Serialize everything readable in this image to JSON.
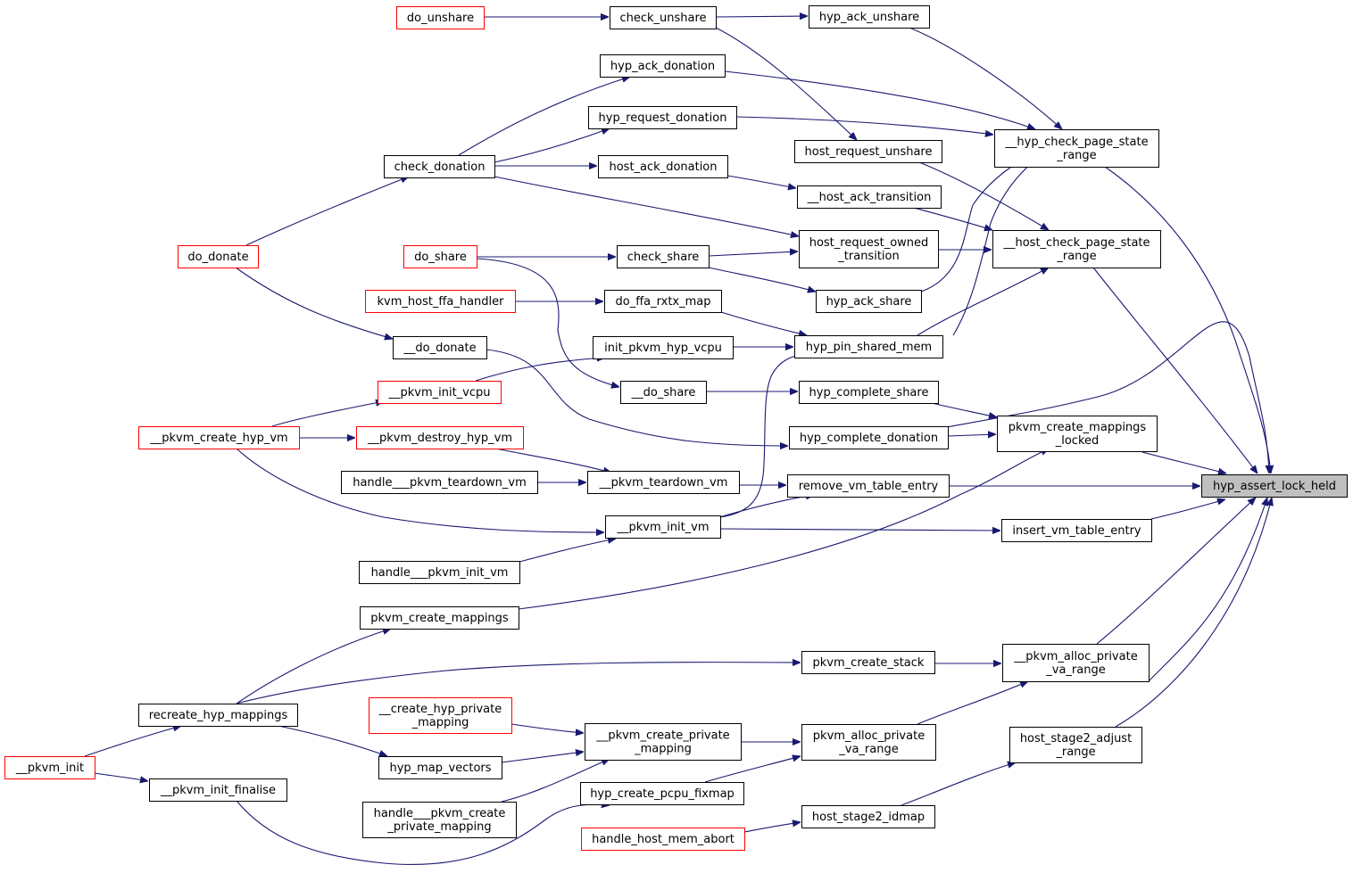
{
  "graph": {
    "nodes": [
      {
        "id": "do_unshare",
        "lines": [
          "do_unshare"
        ],
        "style": "red"
      },
      {
        "id": "check_unshare",
        "lines": [
          "check_unshare"
        ],
        "style": "normal"
      },
      {
        "id": "hyp_ack_unshare",
        "lines": [
          "hyp_ack_unshare"
        ],
        "style": "normal"
      },
      {
        "id": "hyp_ack_donation",
        "lines": [
          "hyp_ack_donation"
        ],
        "style": "normal"
      },
      {
        "id": "hyp_request_donation",
        "lines": [
          "hyp_request_donation"
        ],
        "style": "normal"
      },
      {
        "id": "hyp_check_page_state_range",
        "lines": [
          "__hyp_check_page_state",
          "_range"
        ],
        "style": "normal"
      },
      {
        "id": "host_request_unshare",
        "lines": [
          "host_request_unshare"
        ],
        "style": "normal"
      },
      {
        "id": "check_donation",
        "lines": [
          "check_donation"
        ],
        "style": "normal"
      },
      {
        "id": "host_ack_donation",
        "lines": [
          "host_ack_donation"
        ],
        "style": "normal"
      },
      {
        "id": "host_ack_transition",
        "lines": [
          "__host_ack_transition"
        ],
        "style": "normal"
      },
      {
        "id": "host_request_owned_transition",
        "lines": [
          "host_request_owned",
          "_transition"
        ],
        "style": "normal"
      },
      {
        "id": "host_check_page_state_range",
        "lines": [
          "__host_check_page_state",
          "_range"
        ],
        "style": "normal"
      },
      {
        "id": "do_donate",
        "lines": [
          "do_donate"
        ],
        "style": "red"
      },
      {
        "id": "do_share",
        "lines": [
          "do_share"
        ],
        "style": "red"
      },
      {
        "id": "check_share",
        "lines": [
          "check_share"
        ],
        "style": "normal"
      },
      {
        "id": "hyp_ack_share",
        "lines": [
          "hyp_ack_share"
        ],
        "style": "normal"
      },
      {
        "id": "kvm_host_ffa_handler",
        "lines": [
          "kvm_host_ffa_handler"
        ],
        "style": "red"
      },
      {
        "id": "do_ffa_rxtx_map",
        "lines": [
          "do_ffa_rxtx_map"
        ],
        "style": "normal"
      },
      {
        "id": "__do_donate",
        "lines": [
          "__do_donate"
        ],
        "style": "normal"
      },
      {
        "id": "init_pkvm_hyp_vcpu",
        "lines": [
          "init_pkvm_hyp_vcpu"
        ],
        "style": "normal"
      },
      {
        "id": "hyp_pin_shared_mem",
        "lines": [
          "hyp_pin_shared_mem"
        ],
        "style": "normal"
      },
      {
        "id": "__pkvm_init_vcpu",
        "lines": [
          "__pkvm_init_vcpu"
        ],
        "style": "red"
      },
      {
        "id": "__do_share",
        "lines": [
          "__do_share"
        ],
        "style": "normal"
      },
      {
        "id": "hyp_complete_share",
        "lines": [
          "hyp_complete_share"
        ],
        "style": "normal"
      },
      {
        "id": "pkvm_create_mappings_locked",
        "lines": [
          "pkvm_create_mappings",
          "_locked"
        ],
        "style": "normal"
      },
      {
        "id": "__pkvm_create_hyp_vm",
        "lines": [
          "__pkvm_create_hyp_vm"
        ],
        "style": "red"
      },
      {
        "id": "__pkvm_destroy_hyp_vm",
        "lines": [
          "__pkvm_destroy_hyp_vm"
        ],
        "style": "red"
      },
      {
        "id": "hyp_complete_donation",
        "lines": [
          "hyp_complete_donation"
        ],
        "style": "normal"
      },
      {
        "id": "handle___pkvm_teardown_vm",
        "lines": [
          "handle___pkvm_teardown_vm"
        ],
        "style": "normal"
      },
      {
        "id": "__pkvm_teardown_vm",
        "lines": [
          "__pkvm_teardown_vm"
        ],
        "style": "normal"
      },
      {
        "id": "remove_vm_table_entry",
        "lines": [
          "remove_vm_table_entry"
        ],
        "style": "normal"
      },
      {
        "id": "hyp_assert_lock_held",
        "lines": [
          "hyp_assert_lock_held"
        ],
        "style": "root"
      },
      {
        "id": "__pkvm_init_vm",
        "lines": [
          "__pkvm_init_vm"
        ],
        "style": "normal"
      },
      {
        "id": "insert_vm_table_entry",
        "lines": [
          "insert_vm_table_entry"
        ],
        "style": "normal"
      },
      {
        "id": "handle___pkvm_init_vm",
        "lines": [
          "handle___pkvm_init_vm"
        ],
        "style": "normal"
      },
      {
        "id": "pkvm_create_mappings",
        "lines": [
          "pkvm_create_mappings"
        ],
        "style": "normal"
      },
      {
        "id": "pkvm_create_stack",
        "lines": [
          "pkvm_create_stack"
        ],
        "style": "normal"
      },
      {
        "id": "__pkvm_alloc_private_va_range",
        "lines": [
          "__pkvm_alloc_private",
          "_va_range"
        ],
        "style": "normal"
      },
      {
        "id": "recreate_hyp_mappings",
        "lines": [
          "recreate_hyp_mappings"
        ],
        "style": "normal"
      },
      {
        "id": "__create_hyp_private_mapping",
        "lines": [
          "__create_hyp_private",
          "_mapping"
        ],
        "style": "red"
      },
      {
        "id": "__pkvm_create_private_mapping",
        "lines": [
          "__pkvm_create_private",
          "_mapping"
        ],
        "style": "normal"
      },
      {
        "id": "pkvm_alloc_private_va_range",
        "lines": [
          "pkvm_alloc_private",
          "_va_range"
        ],
        "style": "normal"
      },
      {
        "id": "host_stage2_adjust_range",
        "lines": [
          "host_stage2_adjust",
          "_range"
        ],
        "style": "normal"
      },
      {
        "id": "__pkvm_init",
        "lines": [
          "__pkvm_init"
        ],
        "style": "red"
      },
      {
        "id": "hyp_map_vectors",
        "lines": [
          "hyp_map_vectors"
        ],
        "style": "normal"
      },
      {
        "id": "__pkvm_init_finalise",
        "lines": [
          "__pkvm_init_finalise"
        ],
        "style": "normal"
      },
      {
        "id": "hyp_create_pcpu_fixmap",
        "lines": [
          "hyp_create_pcpu_fixmap"
        ],
        "style": "normal"
      },
      {
        "id": "handle___pkvm_create_private_mapping",
        "lines": [
          "handle___pkvm_create",
          "_private_mapping"
        ],
        "style": "normal"
      },
      {
        "id": "host_stage2_idmap",
        "lines": [
          "host_stage2_idmap"
        ],
        "style": "normal"
      },
      {
        "id": "handle_host_mem_abort",
        "lines": [
          "handle_host_mem_abort"
        ],
        "style": "red"
      }
    ]
  }
}
